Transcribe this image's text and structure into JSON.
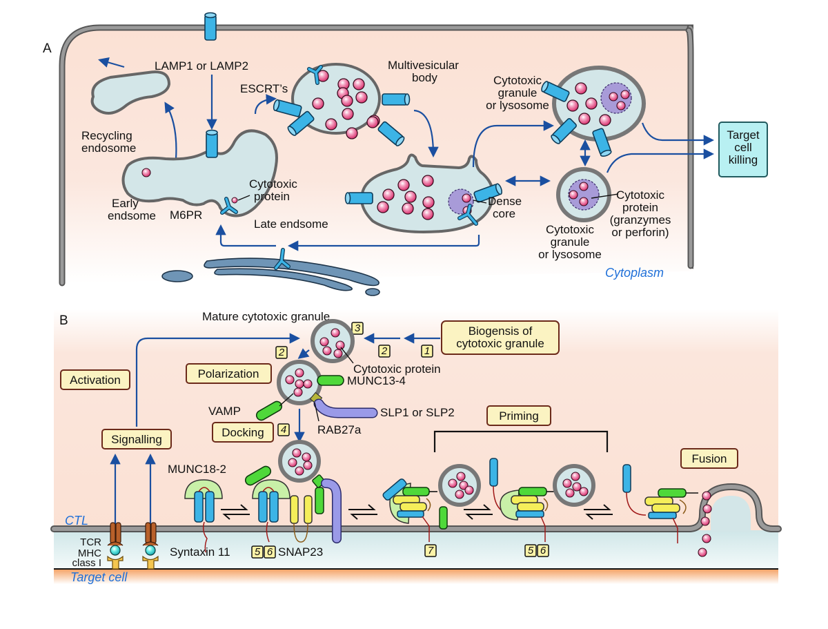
{
  "panel_a": {
    "letter": "A",
    "labels": {
      "lamp": "LAMP1 or LAMP2",
      "escrt": "ESCRT’s",
      "mvb_1": "Multivesicular",
      "mvb_2": "body",
      "recycling_1": "Recycling",
      "recycling_2": "endosome",
      "early_1": "Early",
      "early_2": "endsome",
      "m6pr": "M6PR",
      "cyto_protein_1": "Cytotoxic",
      "cyto_protein_2": "protein",
      "late": "Late endsome",
      "dense_1": "Dense",
      "dense_2": "core",
      "granule_top_1": "Cytotoxic",
      "granule_top_2": "granule",
      "granule_top_3": "or lysosome",
      "granule_bot_1": "Cytotoxic",
      "granule_bot_2": "granule",
      "granule_bot_3": "or lysosome",
      "granzyme_1": "Cytotoxic",
      "granzyme_2": "protein",
      "granzyme_3": "(granzymes",
      "granzyme_4": "or perforin)",
      "target_1": "Target",
      "target_2": "cell",
      "target_3": "killing",
      "cytoplasm": "Cytoplasm"
    }
  },
  "panel_b": {
    "letter": "B",
    "labels": {
      "mature": "Mature cytotoxic granule",
      "biogenesis_1": "Biogensis of",
      "biogenesis_2": "cytotoxic granule",
      "cyto_protein": "Cytotoxic protein",
      "munc13": "MUNC13-4",
      "vamp": "VAMP",
      "slp": "SLP1 or SLP2",
      "rab27": "RAB27a",
      "munc18": "MUNC18-2",
      "syntaxin": "Syntaxin 11",
      "snap23": "SNAP23",
      "ctl": "CTL",
      "tcr": "TCR",
      "mhc_1": "MHC",
      "mhc_2": "class I",
      "target_cell": "Target cell"
    },
    "stage_boxes": {
      "activation": "Activation",
      "polarization": "Polarization",
      "signalling": "Signalling",
      "docking": "Docking",
      "priming": "Priming",
      "fusion": "Fusion"
    },
    "step_numbers": {
      "s1": "1",
      "s2a": "2",
      "s2b": "2",
      "s3": "3",
      "s4": "4",
      "s5a": "5",
      "s6a": "6",
      "s7": "7",
      "s5b": "5",
      "s6b": "6"
    }
  },
  "colors": {
    "cytoplasm_bg": "#fbe3d8",
    "membrane": "#8a8a8a",
    "organelle_fill": "#d3e6e8",
    "lamp_blue": "#3cb4e6",
    "granule_pink": "#e8508a",
    "arrow_blue": "#1a4fa0",
    "label_blue": "#1e6fd8",
    "stage_box_fill": "#fbf3c2",
    "stage_box_border": "#6b2a1a",
    "target_box_fill": "#b8f0f2",
    "munc13_green": "#4fd83a",
    "snap_yellow": "#f5ee5a",
    "slp_purple": "#9a9ae8",
    "target_cell_orange": "#f7b27a"
  }
}
